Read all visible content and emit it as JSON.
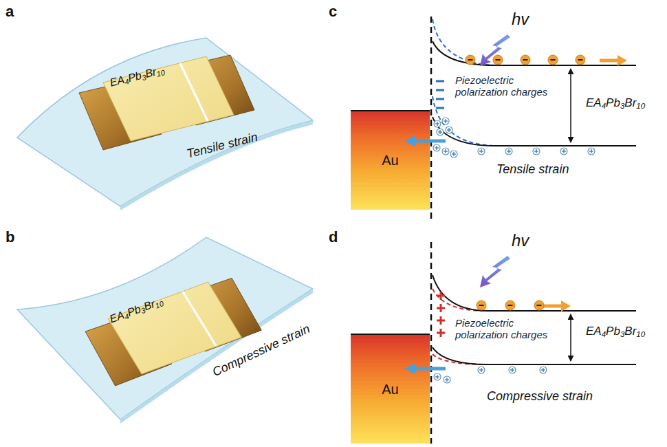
{
  "diagram": {
    "nodes": [
      {
        "text": [
          "Au"
        ]
      },
      {
        "text": [
          "Au"
        ]
      }
    ],
    "labels": [
      "a",
      "b",
      "c",
      "d",
      "EA4Pb3Br10",
      "Tensile strain",
      "EA4Pb3Br10",
      "Compressive strain",
      "hv",
      "Piezoelectric polarization charges",
      "EA4Pb3Br10",
      "Tensile strain",
      "hv",
      "Piezoelectric polarization charges",
      "EA4Pb3Br10",
      "Compressive strain"
    ]
  }
}
